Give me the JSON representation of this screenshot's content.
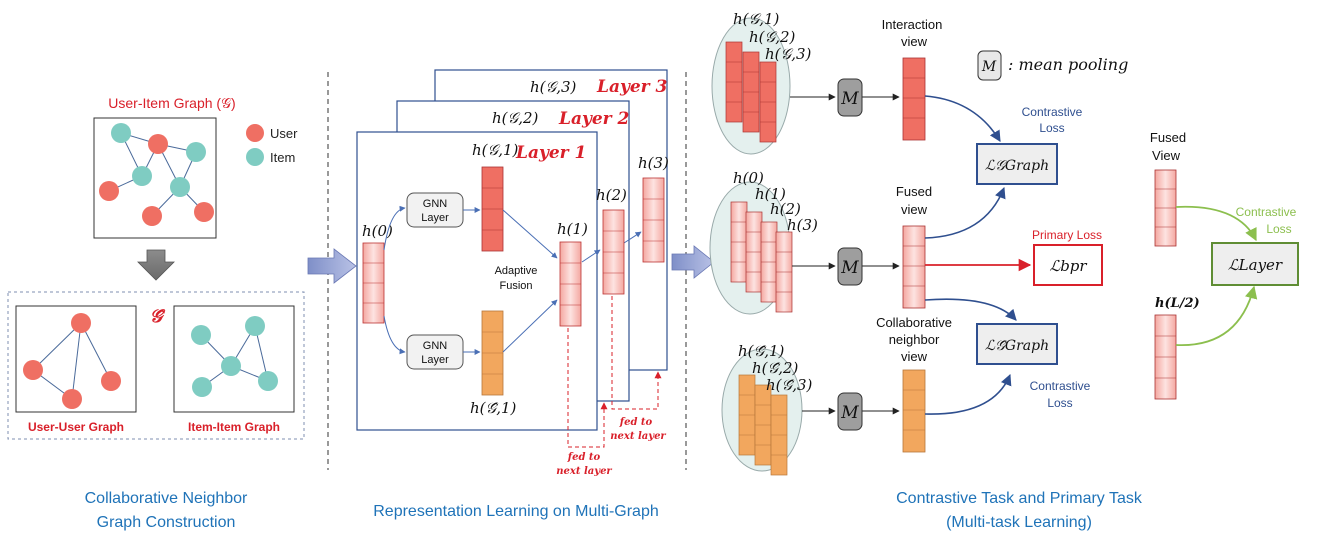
{
  "colors": {
    "user": "#ef6f63",
    "item": "#7fccc2",
    "red_title": "#d9202a",
    "blue_title": "#1f73b8",
    "navy": "#2f4f8f",
    "green": "#8cbf4e",
    "orange": "#f2a75e",
    "salmon": "#f08a7a",
    "pinkbar": "#f7c6c2",
    "gray_m": "#9e9e9e"
  },
  "left": {
    "ui_graph_title": "User-Item Graph (𝒢)",
    "legend_user": "User",
    "legend_item": "Item",
    "ghat": "𝒢̂",
    "uu_label": "User-User Graph",
    "ii_label": "Item-Item Graph",
    "section_title_1": "Collaborative Neighbor",
    "section_title_2": "Graph Construction"
  },
  "middle": {
    "layer1": "Layer 1",
    "layer2": "Layer 2",
    "layer3": "Layer 3",
    "h_g1": "h(𝒢,1)",
    "h_g2": "h(𝒢,2)",
    "h_g3": "h(𝒢,3)",
    "h0": "h(0)",
    "h1": "h(1)",
    "h2": "h(2)",
    "h3": "h(3)",
    "h_ghat1": "h(𝒢̂,1)",
    "gnn_top_1": "GNN",
    "gnn_top_2": "Layer",
    "gnn_bot_1": "GNN",
    "gnn_bot_2": "Layer",
    "fusion_1": "Adaptive",
    "fusion_2": "Fusion",
    "fed1_1": "fed to",
    "fed1_2": "next layer",
    "fed2_1": "fed to",
    "fed2_2": "next layer",
    "section_title": "Representation Learning on Multi-Graph"
  },
  "right": {
    "top_h1": "h(𝒢,1)",
    "top_h2": "h(𝒢,2)",
    "top_h3": "h(𝒢,3)",
    "mid_h0": "h(0)",
    "mid_h1": "h(1)",
    "mid_h2": "h(2)",
    "mid_h3": "h(3)",
    "bot_h1": "h(𝒢̂,1)",
    "bot_h2": "h(𝒢̂,2)",
    "bot_h3": "h(𝒢̂,3)",
    "m_label": "M",
    "interaction_view_1": "Interaction",
    "interaction_view_2": "view",
    "fused_view_1": "Fused",
    "fused_view_2": "view",
    "collab_view_1": "Collaborative",
    "collab_view_2": "neighbor",
    "collab_view_3": "view",
    "mean_pool_key": "M",
    "mean_pool_text": ": mean pooling",
    "contrastive_loss_top_1": "Contrastive",
    "contrastive_loss_top_2": "Loss",
    "contrastive_loss_bot_1": "Contrastive",
    "contrastive_loss_bot_2": "Loss",
    "primary_loss": "Primary Loss",
    "l_graph_g": "ℒ𝒢Graph",
    "l_bpr": "ℒbpr",
    "l_graph_ghat": "ℒ𝒢̂Graph",
    "fused_view_r_1": "Fused",
    "fused_view_r_2": "View",
    "h_l2": "h(L/2)",
    "contrastive_loss_r_1": "Contrastive",
    "contrastive_loss_r_2": "Loss",
    "l_layer": "ℒLayer",
    "section_title_1": "Contrastive Task and Primary Task",
    "section_title_2": "(Multi-task Learning)"
  }
}
